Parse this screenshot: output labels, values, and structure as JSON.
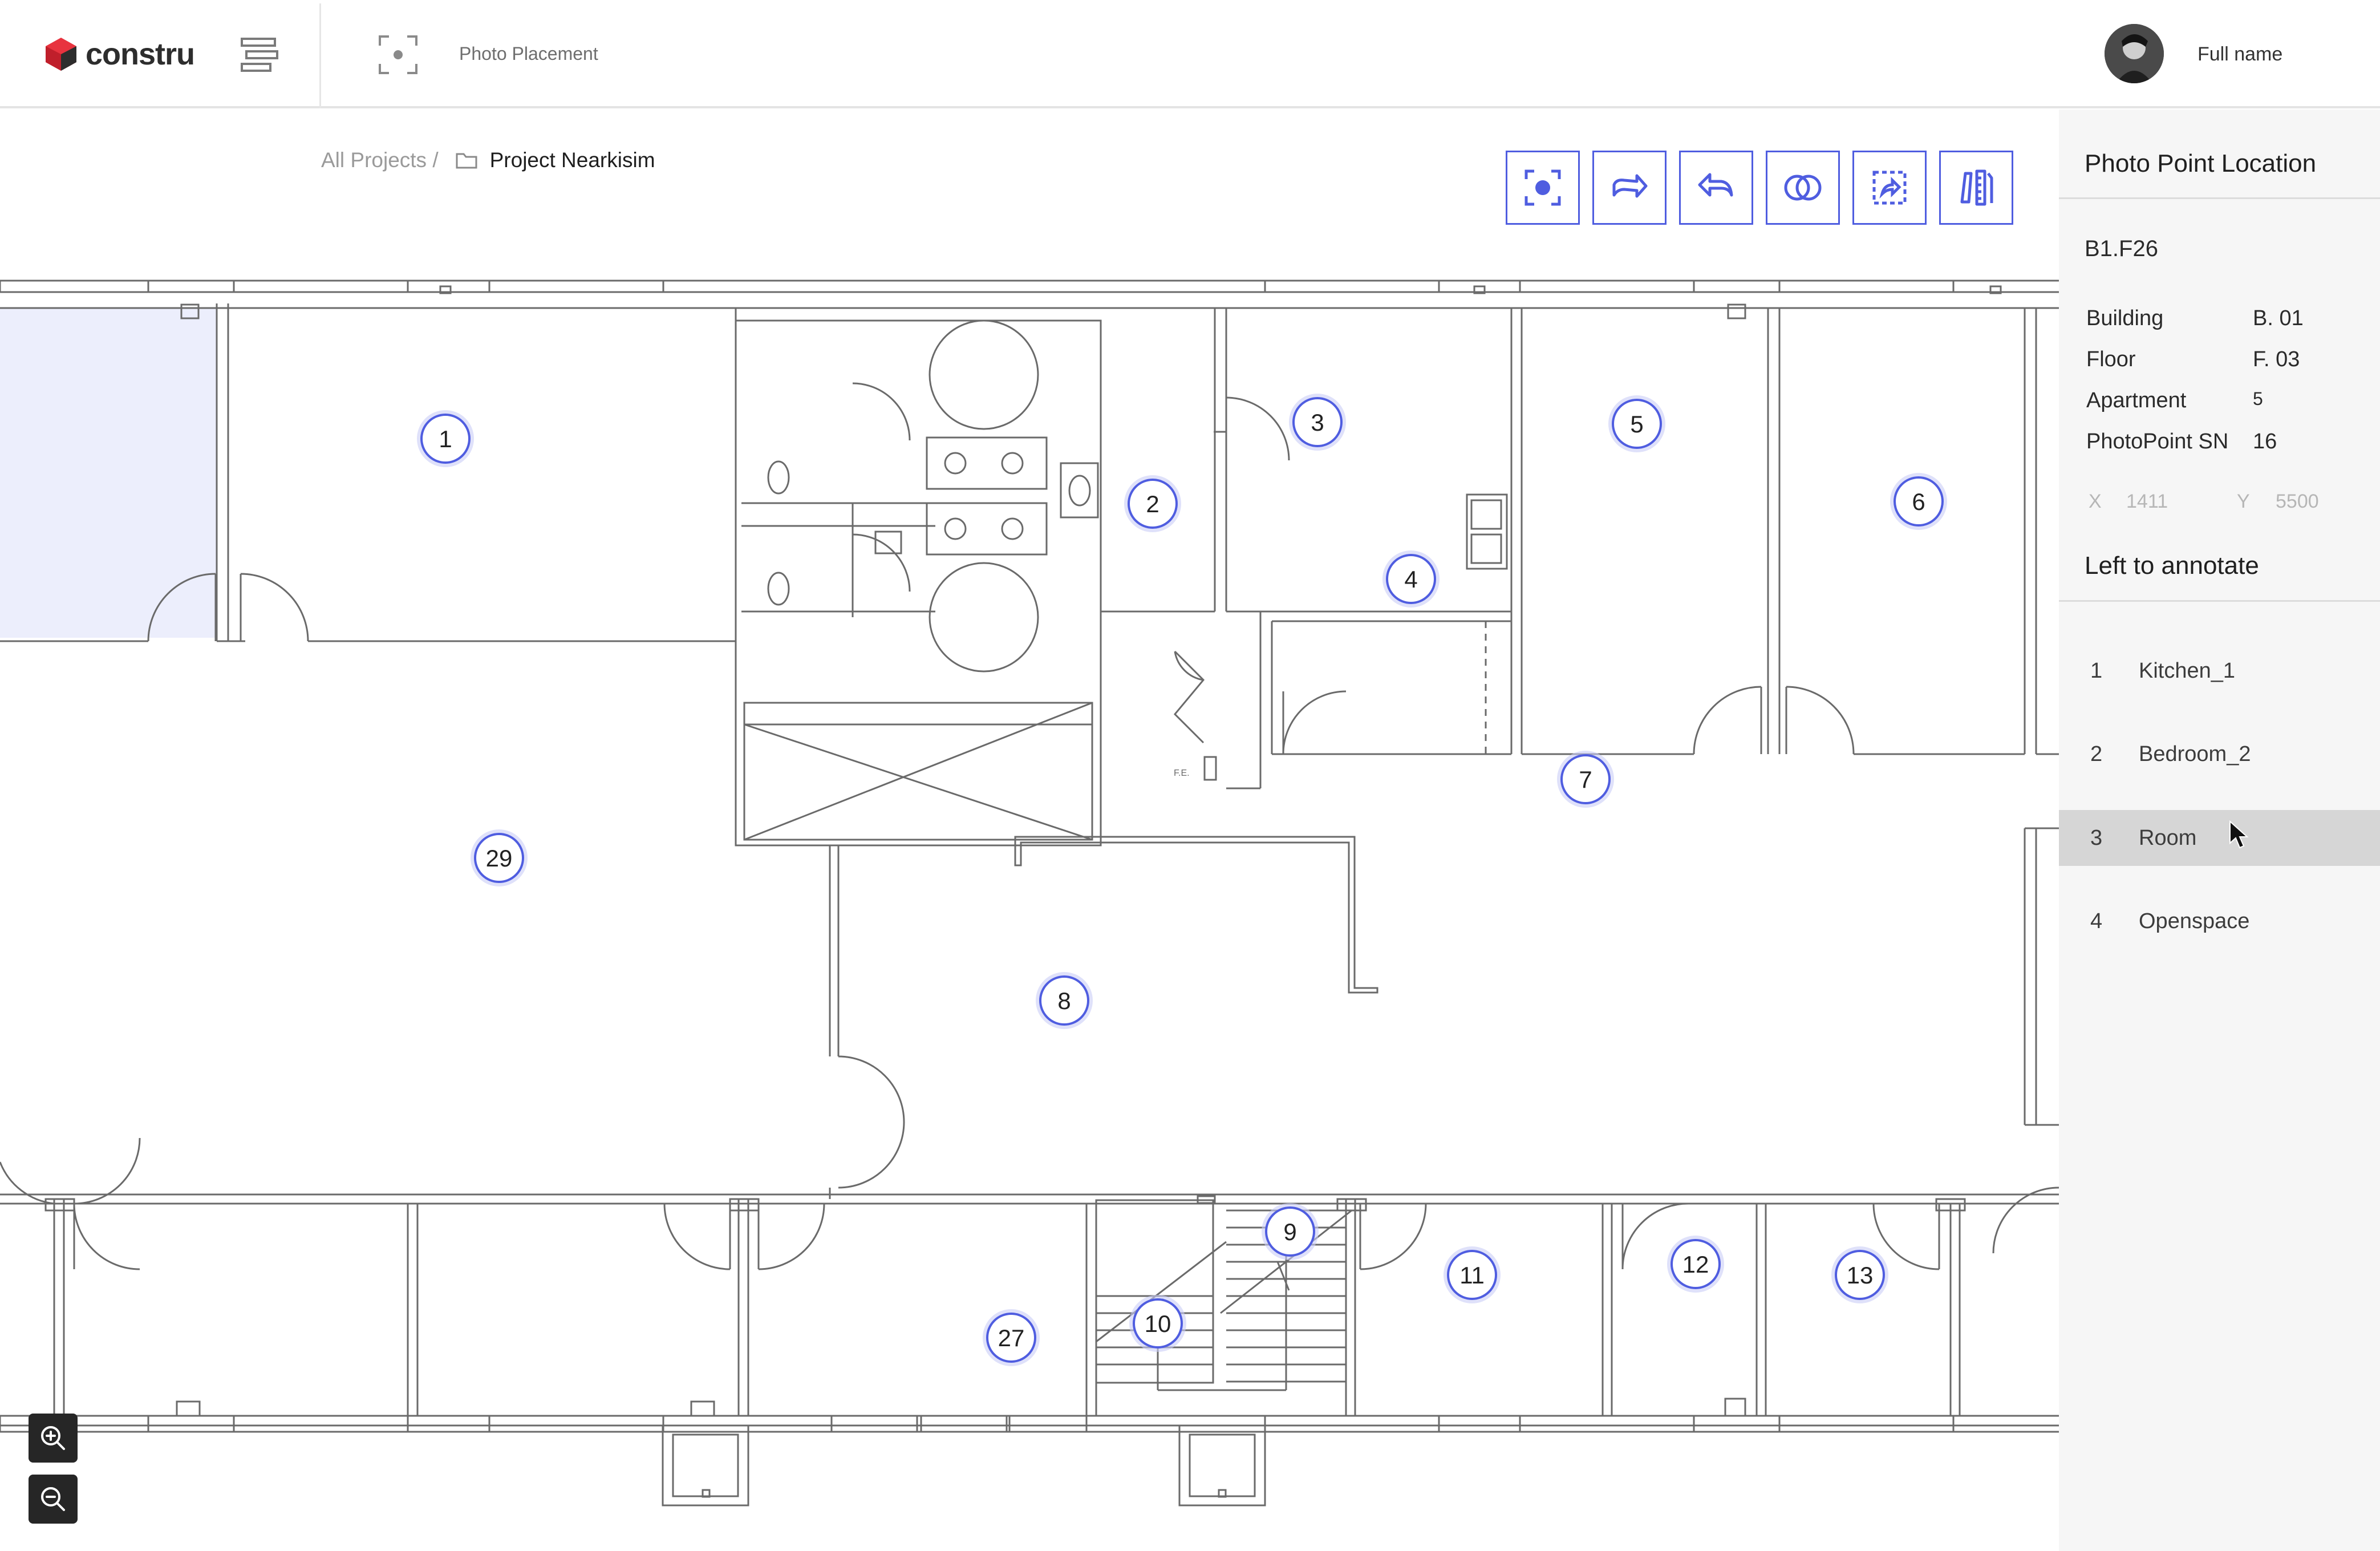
{
  "app": {
    "logo_text": "constru",
    "page_label": "Photo Placement",
    "user_name": "Full name"
  },
  "breadcrumb": {
    "root": "All Projects /",
    "current": "Project Nearkisim"
  },
  "toolbar": {
    "buttons": [
      {
        "name": "add-photo-point",
        "icon": "focus-target-icon"
      },
      {
        "name": "redo",
        "icon": "redo-icon"
      },
      {
        "name": "undo",
        "icon": "undo-icon"
      },
      {
        "name": "compare",
        "icon": "overlap-circles-icon"
      },
      {
        "name": "move-point",
        "icon": "dashed-select-icon"
      },
      {
        "name": "measure",
        "icon": "ruler-icon"
      }
    ]
  },
  "floor_plan": {
    "points": [
      {
        "label": "1"
      },
      {
        "label": "2"
      },
      {
        "label": "3"
      },
      {
        "label": "4"
      },
      {
        "label": "5"
      },
      {
        "label": "6"
      },
      {
        "label": "7"
      },
      {
        "label": "8"
      },
      {
        "label": "9"
      },
      {
        "label": "10"
      },
      {
        "label": "11"
      },
      {
        "label": "12"
      },
      {
        "label": "13"
      },
      {
        "label": "27"
      },
      {
        "label": "29"
      }
    ],
    "annotation_text": "F.E."
  },
  "panel": {
    "title": "Photo Point Location",
    "location_code": "B1.F26",
    "properties": [
      {
        "label": "Building",
        "value": "B. 01"
      },
      {
        "label": "Floor",
        "value": "F. 03"
      },
      {
        "label": "Apartment",
        "value": "5"
      },
      {
        "label": "PhotoPoint SN",
        "value": "16"
      }
    ],
    "coords": {
      "x_label": "X",
      "x_value": "1411",
      "y_label": "Y",
      "y_value": "5500"
    },
    "annotate_title": "Left to annotate",
    "annotate_items": [
      {
        "num": "1",
        "label": "Kitchen_1"
      },
      {
        "num": "2",
        "label": "Bedroom_2"
      },
      {
        "num": "3",
        "label": "Room"
      },
      {
        "num": "4",
        "label": "Openspace"
      }
    ],
    "selected_index": 2
  },
  "colors": {
    "accent": "#4f5de0",
    "highlight_room": "#eceefc",
    "marker_glow": "#c9cdf6"
  }
}
